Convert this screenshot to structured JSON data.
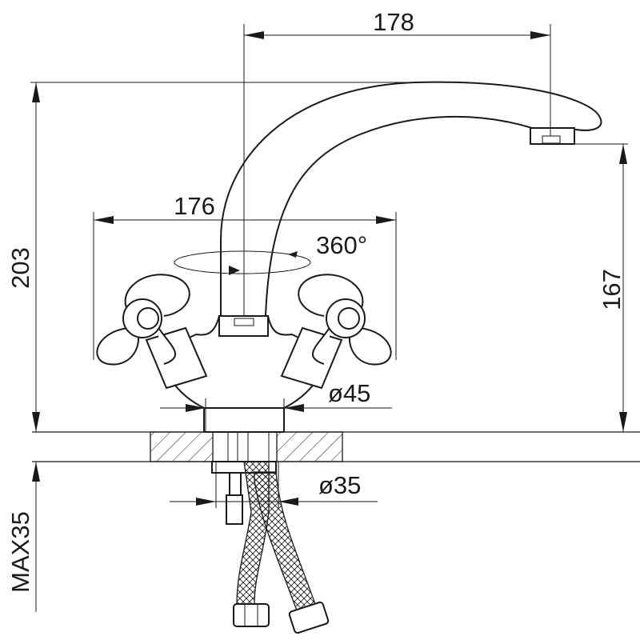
{
  "drawing": {
    "type": "faucet-dimension-drawing",
    "line_color": "#1a1a1a",
    "background": "#ffffff",
    "dimensions": {
      "spout_reach": "178",
      "handle_span": "176",
      "rotation": "360°",
      "total_height": "203",
      "spout_height": "167",
      "base_diameter": "ø45",
      "mount_hole_diameter": "ø35",
      "max_counter_thickness": "MAX35"
    }
  }
}
